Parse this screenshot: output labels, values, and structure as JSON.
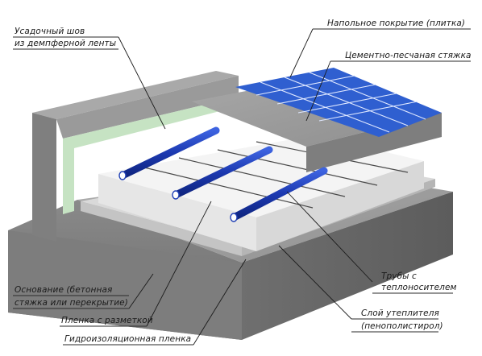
{
  "labels": {
    "shrink_seam": [
      "Усадочный шов",
      "из демпферной ленты"
    ],
    "floor_covering": "Напольное покрытие (плитка)",
    "screed": "Цементно-песчаная стяжка",
    "base": [
      "Основание (бетонная",
      "стяжка или перекрытие)"
    ],
    "marked_film": "Пленка с разметкой",
    "waterproof_film": "Гидроизоляционная пленка",
    "pipes": [
      "Трубы с",
      "теплоносителем"
    ],
    "insulation": [
      "Слой утеплителя",
      "(пенополистирол)"
    ]
  },
  "colors": {
    "concrete_top": "#a6a6a6",
    "concrete_front": "#7b7b7b",
    "wall": "#8c8c8c",
    "damper_tape": "#c6e3c3",
    "insulation": "#f2f2f2",
    "screed": "#9b9b9b",
    "tile": "#2f5fd0",
    "pipe": "#1f3fb5"
  }
}
